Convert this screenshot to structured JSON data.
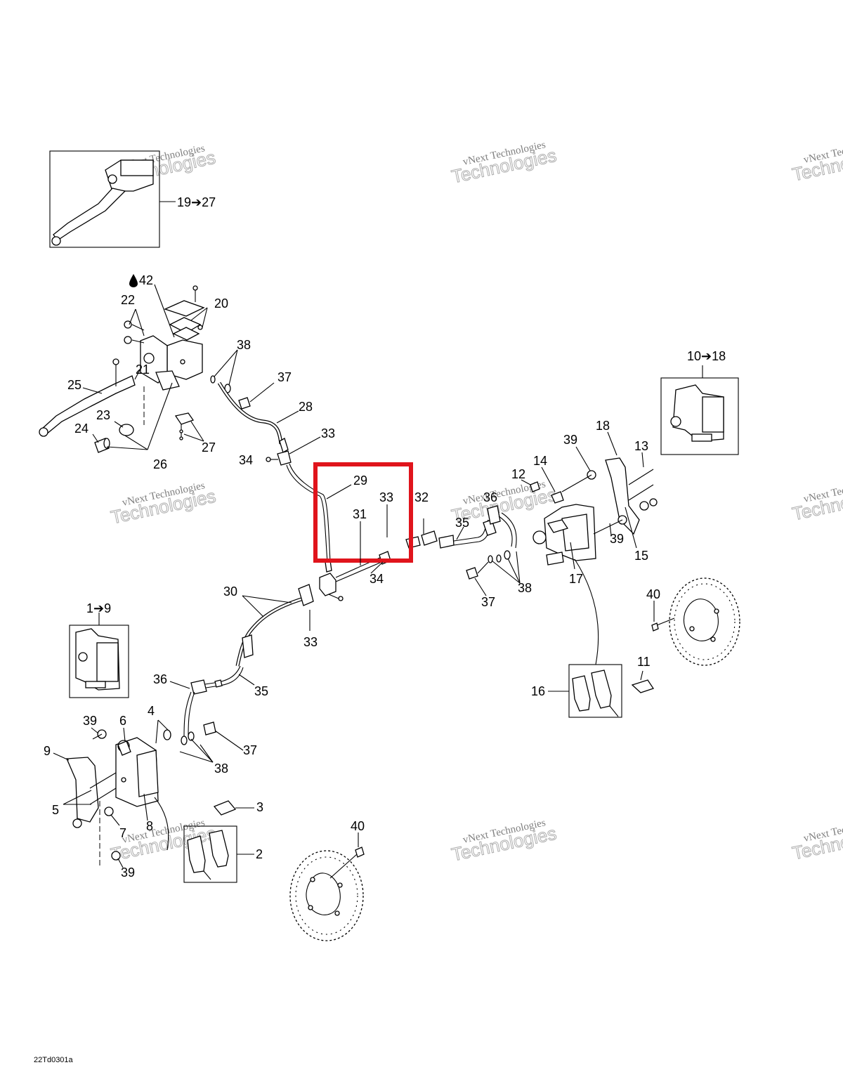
{
  "diagram_code": "22Td0301a",
  "watermark": {
    "line1": "vNext Technologies",
    "line2": "Technologies"
  },
  "highlight_color": "#e0141c",
  "callouts": {
    "c19_27": "19➔27",
    "c42": "42",
    "c20": "20",
    "c22": "22",
    "c38a": "38",
    "c21": "21",
    "c37a": "37",
    "c25": "25",
    "c28": "28",
    "c23": "23",
    "c24": "24",
    "c27": "27",
    "c33a": "33",
    "c26": "26",
    "c34a": "34",
    "c29": "29",
    "c33b": "33",
    "c32": "32",
    "c31": "31",
    "c34b": "34",
    "c30": "30",
    "c33c": "33",
    "c10_18": "10➔18",
    "c18": "18",
    "c39a": "39",
    "c13": "13",
    "c14": "14",
    "c12": "12",
    "c36a": "36",
    "c35a": "35",
    "c39b": "39",
    "c15": "15",
    "c17": "17",
    "c38b": "38",
    "c37b": "37",
    "c40a": "40",
    "c1_9": "1➔9",
    "c11": "11",
    "c16": "16",
    "c36b": "36",
    "c35b": "35",
    "c4": "4",
    "c39c": "39",
    "c6": "6",
    "c9": "9",
    "c37c": "37",
    "c38c": "38",
    "c5": "5",
    "c3a": "3",
    "c7": "7",
    "c8": "8",
    "c2": "2",
    "c39d": "39",
    "c40b": "40"
  },
  "icons": {
    "oil_drop": "oil-drop-icon",
    "arrow": "arrow-icon"
  }
}
